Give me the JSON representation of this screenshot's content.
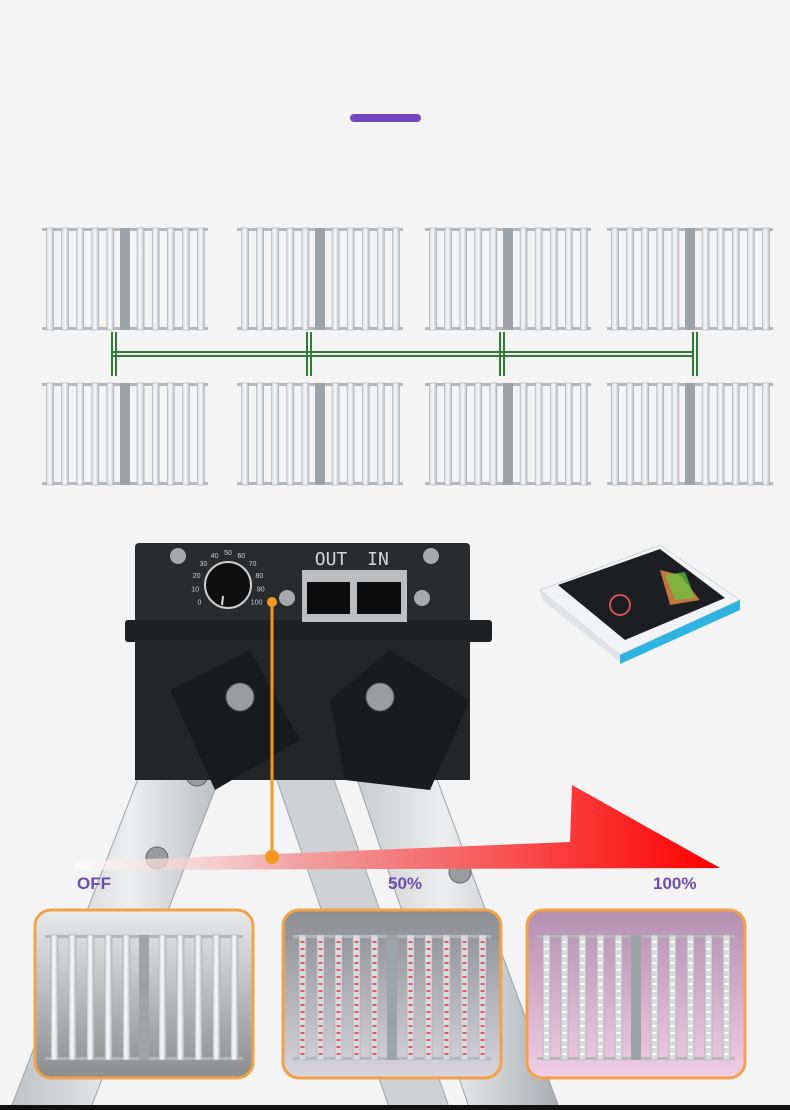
{
  "accent_bar_color": "#7445c0",
  "connector_color": "#2e7d32",
  "pointer_color": "#f39a1e",
  "arrow_gradient": [
    "#ffffff",
    "#ff0000"
  ],
  "photo_border_color": "#f4a14a",
  "fixture_grid": {
    "rows": 2,
    "columns": 4,
    "bars_per_fixture": 10
  },
  "controller": {
    "dial_ticks": [
      "0",
      "10",
      "20",
      "30",
      "40",
      "50",
      "60",
      "70",
      "80",
      "90",
      "100"
    ],
    "port_out_label": "OUT",
    "port_in_label": "IN"
  },
  "dimming_scale": {
    "labels": [
      "OFF",
      "50%",
      "100%"
    ]
  },
  "photos": [
    {
      "state": "off"
    },
    {
      "state": "50%"
    },
    {
      "state": "100%"
    }
  ]
}
